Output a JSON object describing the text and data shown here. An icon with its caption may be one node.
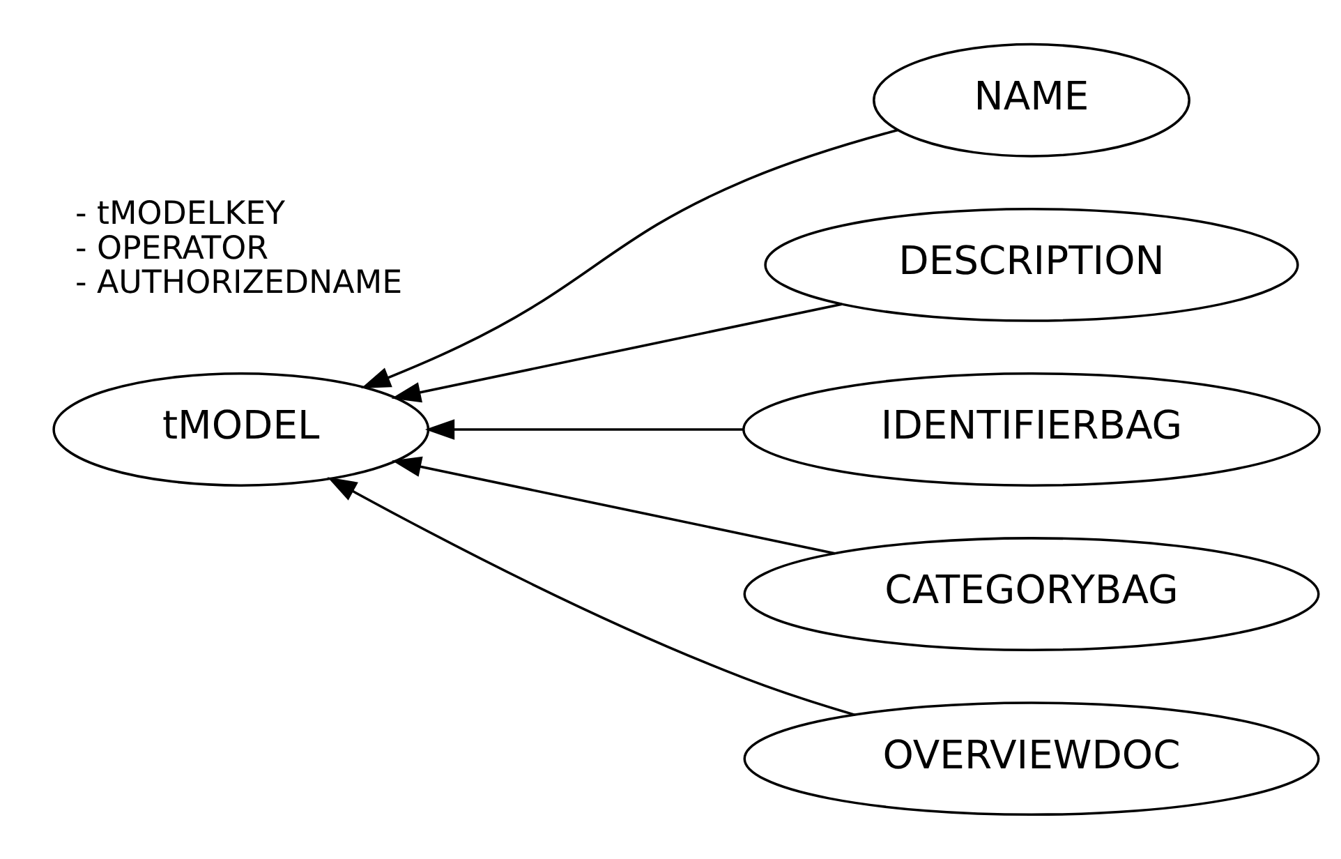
{
  "diagram": {
    "nodes": [
      {
        "text": [
          "tMODEL"
        ]
      },
      {
        "text": [
          "NAME"
        ]
      },
      {
        "text": [
          "DESCRIPTION"
        ]
      },
      {
        "text": [
          "IDENTIFIERBAG"
        ]
      },
      {
        "text": [
          "CATEGORYBAG"
        ]
      },
      {
        "text": [
          "OVERVIEWDOC"
        ]
      }
    ],
    "edges": [
      {
        "from": 1,
        "to": 0,
        "arrow": "to"
      },
      {
        "from": 2,
        "to": 0,
        "arrow": "to"
      },
      {
        "from": 3,
        "to": 0,
        "arrow": "to"
      },
      {
        "from": 4,
        "to": 0,
        "arrow": "to"
      },
      {
        "from": 5,
        "to": 0,
        "arrow": "to"
      }
    ],
    "labels": [
      "- tMODELKEY",
      "- OPERATOR",
      "- AUTHORIZEDNAME"
    ]
  }
}
